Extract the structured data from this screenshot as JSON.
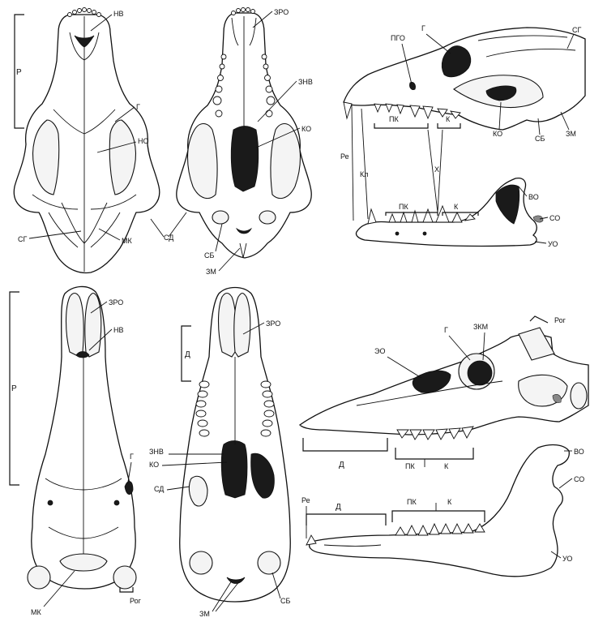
{
  "labels": {
    "hv": "НВ",
    "zro": "ЗРО",
    "znv": "ЗНВ",
    "ko": "КО",
    "g": "Г",
    "ho": "НО",
    "r": "Р",
    "sd": "СД",
    "sg": "СГ",
    "mk": "МК",
    "sb": "СБ",
    "zm": "ЗМ",
    "pgo": "ПГО",
    "pk": "ПК",
    "k": "К",
    "x": "Х",
    "re": "Ре",
    "kl": "Кл",
    "vo": "ВО",
    "so": "СО",
    "uo": "УО",
    "d": "Д",
    "eo": "ЭО",
    "zkm": "ЗКМ",
    "rog": "Рог"
  }
}
